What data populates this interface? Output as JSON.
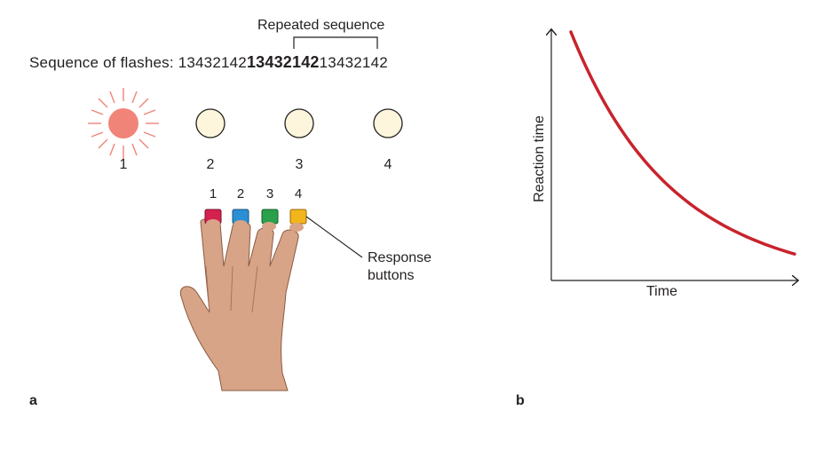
{
  "panel_a": {
    "letter": "a",
    "repeat_label": "Repeated sequence",
    "sequence_prefix": "Sequence of flashes: ",
    "sequence_before": "13432142",
    "sequence_repeated": "13432142",
    "sequence_after": "13432142",
    "lights": [
      {
        "label": "1",
        "state": "on"
      },
      {
        "label": "2",
        "state": "off"
      },
      {
        "label": "3",
        "state": "off"
      },
      {
        "label": "4",
        "state": "off"
      }
    ],
    "button_numbers": [
      "1",
      "2",
      "3",
      "4"
    ],
    "button_colors": [
      "#d4214e",
      "#2b8fd6",
      "#2aa04a",
      "#f2b51c"
    ],
    "response_label_line1": "Response",
    "response_label_line2": "buttons",
    "colors": {
      "flash": "#f08479",
      "light_off": "#fdf6dc"
    }
  },
  "panel_b": {
    "letter": "b",
    "chart_data": {
      "type": "line",
      "title": "",
      "xlabel": "Time",
      "ylabel": "Reaction time",
      "shape": "decreasing exponential decay, no tick values",
      "line_color": "#c8232c"
    }
  }
}
